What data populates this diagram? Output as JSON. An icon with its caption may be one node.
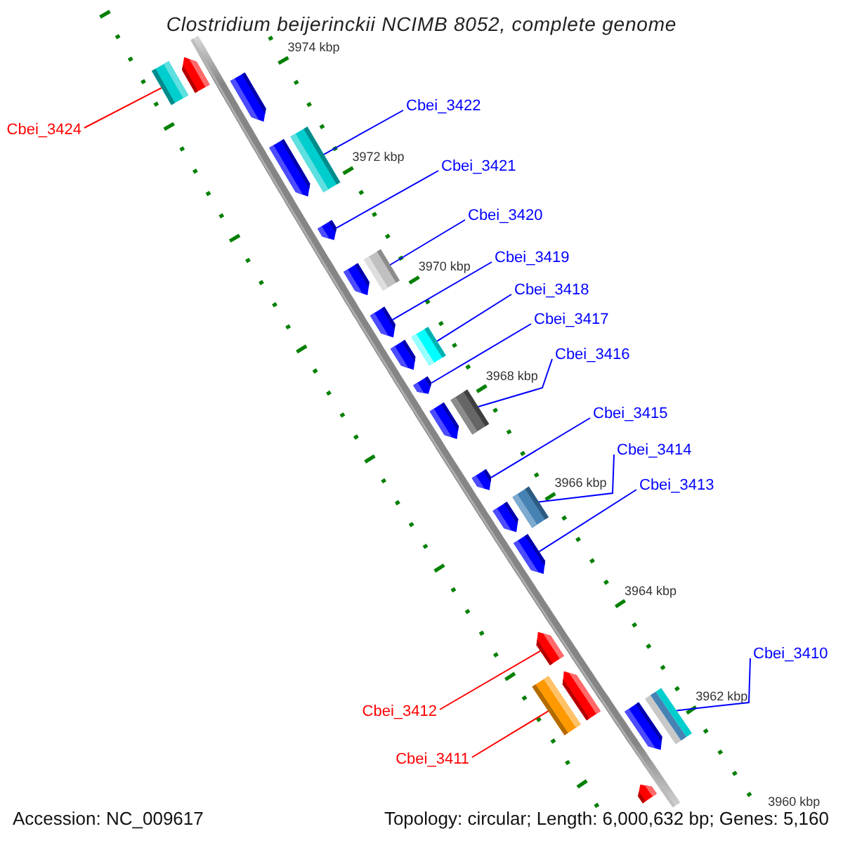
{
  "diagram": {
    "title": "Clostridium beijerinckii NCIMB 8052, complete genome",
    "nodes": [
      {
        "text": [
          "Cbei_3422"
        ]
      },
      {
        "text": [
          "Cbei_3424"
        ]
      },
      {
        "text": [
          "Cbei_3421"
        ]
      },
      {
        "text": [
          "Cbei_3420"
        ]
      },
      {
        "text": [
          "Cbei_3419"
        ]
      },
      {
        "text": [
          "Cbei_3418"
        ]
      },
      {
        "text": [
          "Cbei_3417"
        ]
      },
      {
        "text": [
          "Cbei_3416"
        ]
      },
      {
        "text": [
          "Cbei_3415"
        ]
      },
      {
        "text": [
          "Cbei_3414"
        ]
      },
      {
        "text": [
          "Cbei_3413"
        ]
      },
      {
        "text": [
          "Cbei_3410"
        ]
      },
      {
        "text": [
          "Cbei_3412"
        ]
      },
      {
        "text": [
          "Cbei_3411"
        ]
      },
      {
        "text": [],
        "shape": "pentagon"
      },
      {
        "text": [],
        "shape": "box"
      },
      {
        "text": [],
        "shape": "pentagon"
      },
      {
        "text": [],
        "shape": "box"
      },
      {
        "text": [],
        "shape": "pentagon"
      },
      {
        "text": [],
        "shape": "pentagon"
      },
      {
        "text": [],
        "shape": "box"
      },
      {
        "text": [],
        "shape": "pentagon"
      },
      {
        "text": [],
        "shape": "pentagon"
      },
      {
        "text": [],
        "shape": "box"
      },
      {
        "text": [],
        "shape": "pentagon"
      },
      {
        "text": [],
        "shape": "pentagon"
      },
      {
        "text": [],
        "shape": "box"
      },
      {
        "text": [],
        "shape": "pentagon"
      },
      {
        "text": [],
        "shape": "pentagon"
      },
      {
        "text": [],
        "shape": "box"
      },
      {
        "text": [],
        "shape": "pentagon"
      },
      {
        "text": [],
        "shape": "pentagon"
      },
      {
        "text": [],
        "shape": "pentagon"
      },
      {
        "text": [],
        "shape": "pentagon"
      },
      {
        "text": [],
        "shape": "box"
      },
      {
        "text": [],
        "shape": "box"
      },
      {
        "text": [],
        "shape": "pentagon"
      },
      {
        "text": [],
        "shape": "pentagon"
      }
    ],
    "edges": [
      {
        "from": 0,
        "to": 17,
        "arrow": "none"
      },
      {
        "from": 1,
        "to": 15,
        "arrow": "none",
        "color": "#ff0000"
      },
      {
        "from": 2,
        "to": 19,
        "arrow": "none"
      },
      {
        "from": 3,
        "to": 20,
        "arrow": "none"
      },
      {
        "from": 4,
        "to": 22,
        "arrow": "none"
      },
      {
        "from": 5,
        "to": 23,
        "arrow": "none"
      },
      {
        "from": 6,
        "to": 25,
        "arrow": "none"
      },
      {
        "from": 7,
        "to": 26,
        "arrow": "none"
      },
      {
        "from": 8,
        "to": 28,
        "arrow": "none"
      },
      {
        "from": 9,
        "to": 29,
        "arrow": "none"
      },
      {
        "from": 10,
        "to": 31,
        "arrow": "none"
      },
      {
        "from": 11,
        "to": 35,
        "arrow": "none"
      },
      {
        "from": 12,
        "to": 32,
        "arrow": "none",
        "color": "#ff0000"
      },
      {
        "from": 13,
        "to": 34,
        "arrow": "none",
        "color": "#ff0000"
      }
    ],
    "labels": [
      "3974 kbp",
      "3972 kbp",
      "3970 kbp",
      "3968 kbp",
      "3966 kbp",
      "3964 kbp",
      "3962 kbp",
      "3960 kbp",
      "Accession: NC_009617",
      "Topology: circular; Length: 6,000,632 bp; Genes: 5,160"
    ]
  }
}
